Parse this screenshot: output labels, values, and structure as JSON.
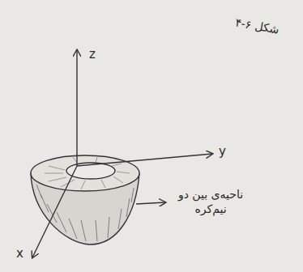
{
  "diagram": {
    "labels": [
      "z",
      "y",
      "x",
      "شکل ۶-۴",
      "ناحیه‌ی بین دو نیم‌کره"
    ]
  }
}
